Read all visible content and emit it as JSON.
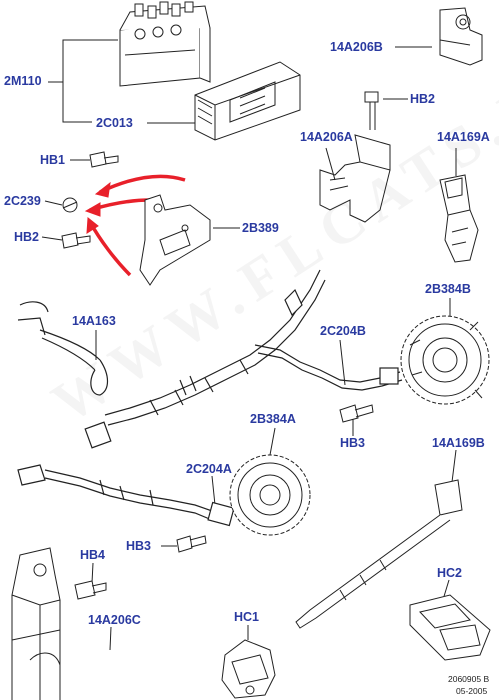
{
  "callouts": {
    "2M110": "2M110",
    "2C013": "2C013",
    "14A206B": "14A206B",
    "HB2_top": "HB2",
    "14A206A": "14A206A",
    "14A169A": "14A169A",
    "HB1": "HB1",
    "2C239": "2C239",
    "HB2_left": "HB2",
    "2B389": "2B389",
    "14A163": "14A163",
    "2C204B": "2C204B",
    "2B384B": "2B384B",
    "HB3_right": "HB3",
    "2B384A": "2B384A",
    "2C204A": "2C204A",
    "14A169B": "14A169B",
    "HB3_left": "HB3",
    "HB4": "HB4",
    "14A206C": "14A206C",
    "HC1": "HC1",
    "HC2": "HC2"
  },
  "watermark": "WWW.FLCATS.RU",
  "drawing_ref": {
    "number": "2060905 B",
    "date": "05-2005"
  },
  "colors": {
    "callout": "#2a3aa0",
    "arrow": "#e8202a",
    "line": "#222222"
  }
}
